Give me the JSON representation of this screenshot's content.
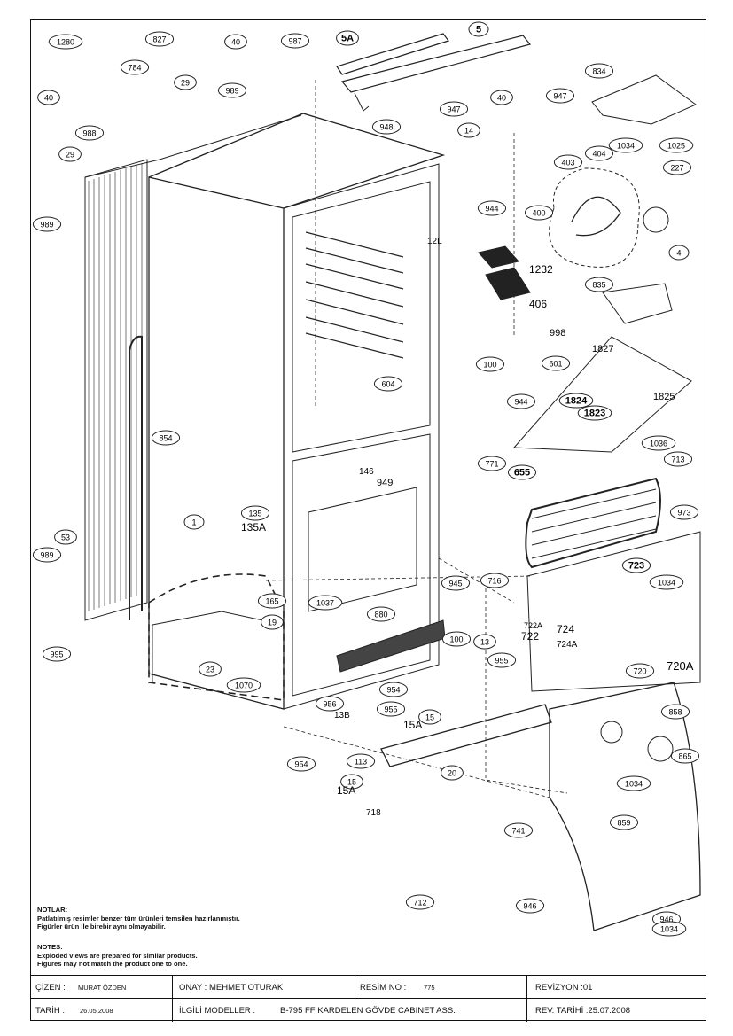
{
  "callouts": [
    {
      "id": "c1280",
      "label": "1280"
    },
    {
      "id": "c827",
      "label": "827"
    },
    {
      "id": "c784",
      "label": "784"
    },
    {
      "id": "c40a",
      "label": "40"
    },
    {
      "id": "c987",
      "label": "987"
    },
    {
      "id": "c5a",
      "label": "5A"
    },
    {
      "id": "c5",
      "label": "5"
    },
    {
      "id": "c40b",
      "label": "40"
    },
    {
      "id": "c988",
      "label": "988"
    },
    {
      "id": "c29a",
      "label": "29"
    },
    {
      "id": "c989a",
      "label": "989"
    },
    {
      "id": "c40c",
      "label": "40"
    },
    {
      "id": "c947a",
      "label": "947"
    },
    {
      "id": "c947b",
      "label": "947"
    },
    {
      "id": "c948",
      "label": "948"
    },
    {
      "id": "c834",
      "label": "834"
    },
    {
      "id": "c1034a",
      "label": "1034"
    },
    {
      "id": "c1025",
      "label": "1025"
    },
    {
      "id": "c227",
      "label": "227"
    },
    {
      "id": "c404",
      "label": "404"
    },
    {
      "id": "c403",
      "label": "403"
    },
    {
      "id": "c14",
      "label": "14"
    },
    {
      "id": "c944a",
      "label": "944"
    },
    {
      "id": "c29b",
      "label": "29"
    },
    {
      "id": "c989b",
      "label": "989"
    },
    {
      "id": "c400",
      "label": "400"
    },
    {
      "id": "c4",
      "label": "4"
    },
    {
      "id": "c835",
      "label": "835"
    },
    {
      "id": "c604",
      "label": "604"
    },
    {
      "id": "c100a",
      "label": "100"
    },
    {
      "id": "c601",
      "label": "601"
    },
    {
      "id": "c944b",
      "label": "944"
    },
    {
      "id": "c854",
      "label": "854"
    },
    {
      "id": "c771",
      "label": "771"
    },
    {
      "id": "c1036",
      "label": "1036"
    },
    {
      "id": "c713",
      "label": "713"
    },
    {
      "id": "c1",
      "label": "1"
    },
    {
      "id": "c135",
      "label": "135"
    },
    {
      "id": "c53",
      "label": "53"
    },
    {
      "id": "c973",
      "label": "973"
    },
    {
      "id": "c989c",
      "label": "989"
    },
    {
      "id": "c945",
      "label": "945"
    },
    {
      "id": "c716",
      "label": "716"
    },
    {
      "id": "c723",
      "label": "723"
    },
    {
      "id": "c1034b",
      "label": "1034"
    },
    {
      "id": "c165",
      "label": "165"
    },
    {
      "id": "c19",
      "label": "19"
    },
    {
      "id": "c1037",
      "label": "1037"
    },
    {
      "id": "c880",
      "label": "880"
    },
    {
      "id": "c995",
      "label": "995"
    },
    {
      "id": "c23",
      "label": "23"
    },
    {
      "id": "c1070",
      "label": "1070"
    },
    {
      "id": "c100b",
      "label": "100"
    },
    {
      "id": "c13",
      "label": "13"
    },
    {
      "id": "c955a",
      "label": "955"
    },
    {
      "id": "c720",
      "label": "720"
    },
    {
      "id": "c954a",
      "label": "954"
    },
    {
      "id": "c956",
      "label": "956"
    },
    {
      "id": "c955b",
      "label": "955"
    },
    {
      "id": "c15a",
      "label": "15"
    },
    {
      "id": "c858",
      "label": "858"
    },
    {
      "id": "c113",
      "label": "113"
    },
    {
      "id": "c865",
      "label": "865"
    },
    {
      "id": "c954b",
      "label": "954"
    },
    {
      "id": "c20",
      "label": "20"
    },
    {
      "id": "c15b",
      "label": "15"
    },
    {
      "id": "c1034c",
      "label": "1034"
    },
    {
      "id": "c859",
      "label": "859"
    },
    {
      "id": "c741",
      "label": "741"
    },
    {
      "id": "c712",
      "label": "712"
    },
    {
      "id": "c946a",
      "label": "946"
    },
    {
      "id": "c946b",
      "label": "946"
    },
    {
      "id": "c1034d",
      "label": "1034"
    },
    {
      "id": "c1824",
      "label": "1824"
    },
    {
      "id": "c1823",
      "label": "1823"
    },
    {
      "id": "c655",
      "label": "655"
    }
  ],
  "labels": [
    {
      "id": "l1232",
      "label": "1232"
    },
    {
      "id": "l406",
      "label": "406"
    },
    {
      "id": "l12l",
      "label": "12L"
    },
    {
      "id": "l998",
      "label": "998"
    },
    {
      "id": "l1827",
      "label": "1827"
    },
    {
      "id": "l1825",
      "label": "1825"
    },
    {
      "id": "l146",
      "label": "146"
    },
    {
      "id": "l949",
      "label": "949"
    },
    {
      "id": "l135a",
      "label": "135A"
    },
    {
      "id": "l722a",
      "label": "722A"
    },
    {
      "id": "l722",
      "label": "722"
    },
    {
      "id": "l724",
      "label": "724"
    },
    {
      "id": "l724a",
      "label": "724A"
    },
    {
      "id": "l720a",
      "label": "720A"
    },
    {
      "id": "l13b",
      "label": "13B"
    },
    {
      "id": "l15a1",
      "label": "15A"
    },
    {
      "id": "l15a2",
      "label": "15A"
    },
    {
      "id": "l718",
      "label": "718"
    }
  ],
  "notes": {
    "tr_title": "NOTLAR:",
    "tr_line1": "Patlatılmış resimler benzer tüm ürünleri temsilen hazırlanmıştır.",
    "tr_line2": "Figürler ürün ile birebir aynı olmayabilir.",
    "en_title": "NOTES:",
    "en_line1": "Exploded views are prepared for similar products.",
    "en_line2": "Figures may not match the product one to one."
  },
  "title_block": {
    "cizen_label": "ÇİZEN :",
    "cizen_value": "MURAT ÖZDEN",
    "onay": "ONAY : MEHMET OTURAK",
    "resim_no_label": "RESİM NO :",
    "resim_no_value": "775",
    "revizyon": "REVİZYON :01",
    "tarih_label": "TARİH :",
    "tarih_value": "26.05.2008",
    "ilgili_label": "İLGİLİ MODELLER :",
    "ilgili_value": "B-795 FF KARDELEN GÖVDE CABINET ASS.",
    "rev_tarih": "REV. TARİHİ :25.07.2008"
  }
}
